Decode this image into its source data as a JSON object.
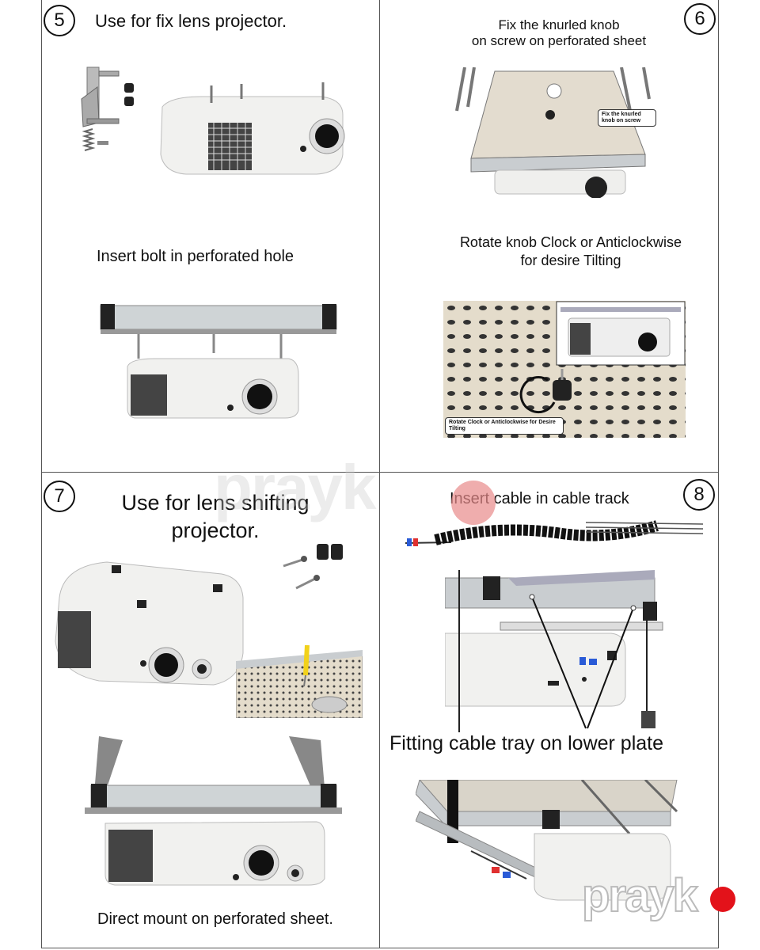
{
  "steps": [
    {
      "number": "5",
      "title": "Use for fix lens projector.",
      "caption": "Insert bolt in perforated hole"
    },
    {
      "number": "6",
      "title_line1": "Fix the knurled knob",
      "title_line2": "on screw on perforated sheet",
      "callout": "Fix the knurled knob on screw",
      "caption_line1": "Rotate knob Clock or Anticlockwise",
      "caption_line2": "for desire Tilting",
      "inset_callout": "Rotate Clock or  Anticlockwise for Desire Tilting"
    },
    {
      "number": "7",
      "title_line1": "Use for lens shifting",
      "title_line2": "projector.",
      "caption": "Direct mount on perforated sheet."
    },
    {
      "number": "8",
      "title": "Insert cable in cable track",
      "caption": "Fitting cable tray on lower plate"
    }
  ],
  "watermark": "prayk",
  "brand_logo": "prayk",
  "colors": {
    "accent_red": "#e3121a",
    "watermark_red": "#e88a8a"
  }
}
